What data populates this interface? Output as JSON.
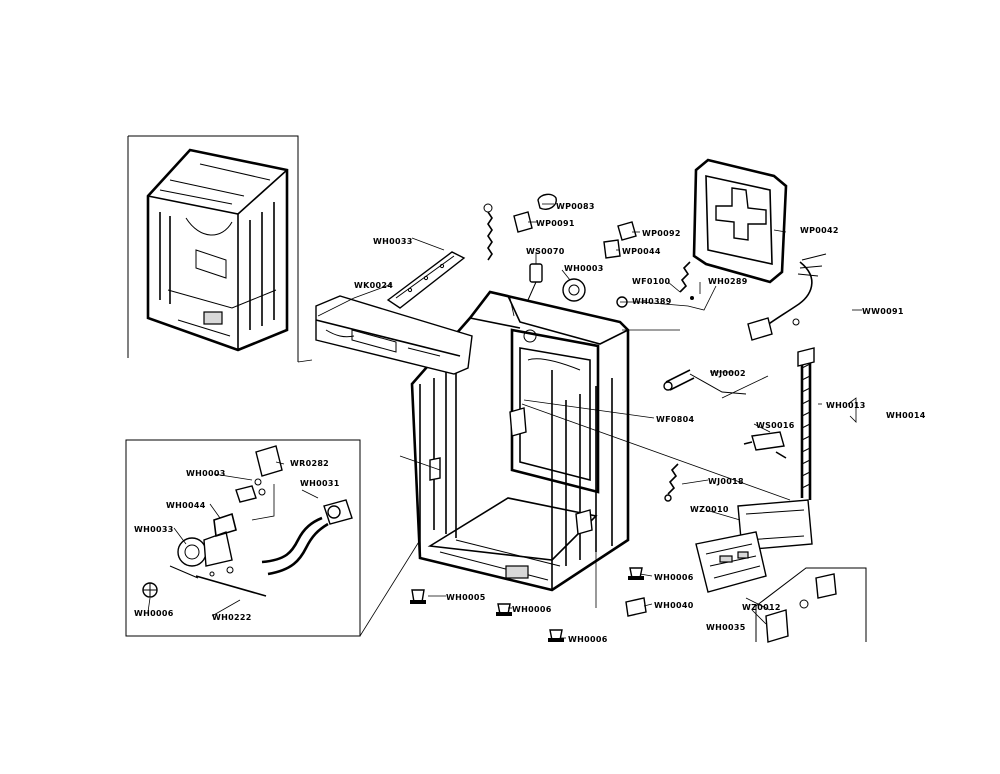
{
  "diagram": {
    "parts": [
      {
        "id": "p01",
        "code": "WH0033"
      },
      {
        "id": "p02",
        "code": "WK0024"
      },
      {
        "id": "p03",
        "code": "WP0083"
      },
      {
        "id": "p04",
        "code": "WP0091"
      },
      {
        "id": "p05",
        "code": "WP0092"
      },
      {
        "id": "p06",
        "code": "WS0070"
      },
      {
        "id": "p07",
        "code": "WP0044"
      },
      {
        "id": "p08",
        "code": "WH0003"
      },
      {
        "id": "p09",
        "code": "WF0100"
      },
      {
        "id": "p10",
        "code": "WH0289"
      },
      {
        "id": "p11",
        "code": "WH0389"
      },
      {
        "id": "p12",
        "code": "WP0042"
      },
      {
        "id": "p13",
        "code": "WW0091"
      },
      {
        "id": "p14",
        "code": "WJ0002"
      },
      {
        "id": "p15",
        "code": "WF0804"
      },
      {
        "id": "p16",
        "code": "WH0013"
      },
      {
        "id": "p17",
        "code": "WH0014"
      },
      {
        "id": "p18",
        "code": "WS0016"
      },
      {
        "id": "p19",
        "code": "WJ0018"
      },
      {
        "id": "p20",
        "code": "WZ0010"
      },
      {
        "id": "p21",
        "code": "WH0003"
      },
      {
        "id": "p22",
        "code": "WR0282"
      },
      {
        "id": "p23",
        "code": "WH0031"
      },
      {
        "id": "p24",
        "code": "WH0044"
      },
      {
        "id": "p25",
        "code": "WH0033"
      },
      {
        "id": "p26",
        "code": "WH0006"
      },
      {
        "id": "p27",
        "code": "WH0222"
      },
      {
        "id": "p28",
        "code": "WH0005"
      },
      {
        "id": "p29",
        "code": "WH0006"
      },
      {
        "id": "p30",
        "code": "WH0006"
      },
      {
        "id": "p31",
        "code": "WH0006"
      },
      {
        "id": "p32",
        "code": "WH0040"
      },
      {
        "id": "p33",
        "code": "WZ0012"
      },
      {
        "id": "p34",
        "code": "WH0035"
      }
    ]
  }
}
